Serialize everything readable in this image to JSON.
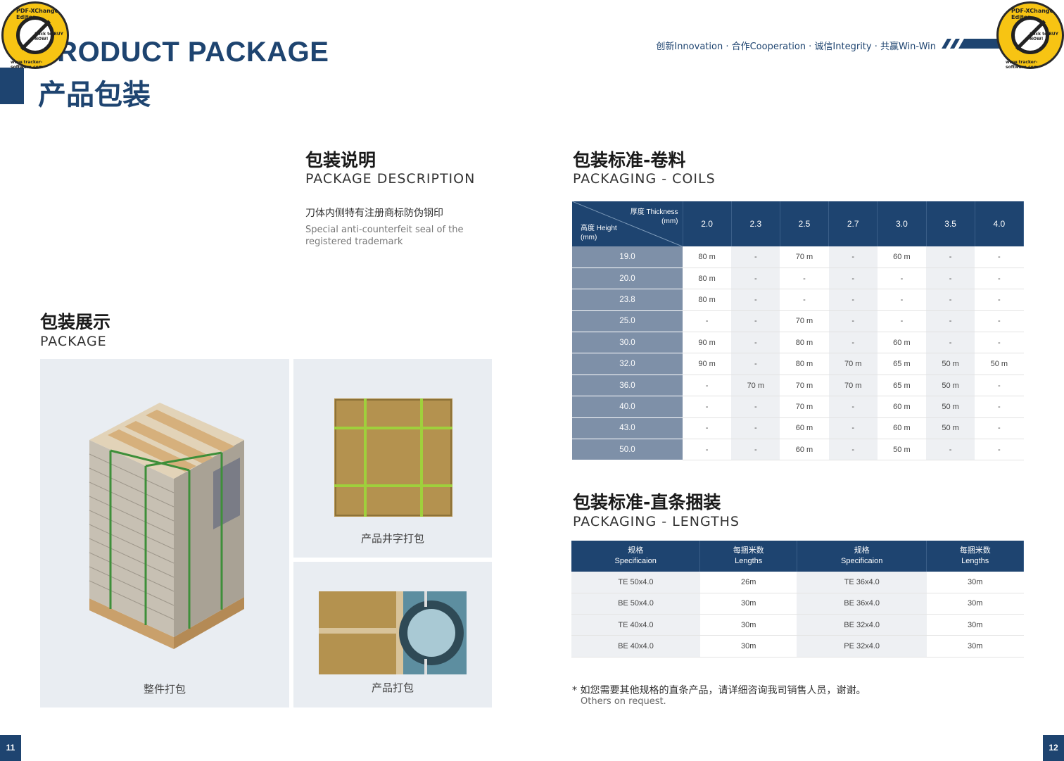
{
  "header": {
    "title_en": "PRODUCT PACKAGE",
    "title_cn": "产品包装",
    "slogan": "创新Innovation · 合作Cooperation · 诚信Integrity · 共赢Win-Win"
  },
  "badge": {
    "line1": "PDF-XChange Editor",
    "line2": "Click to BUY NOW!",
    "line3": "www.tracker-software.com"
  },
  "description": {
    "title_cn": "包装说明",
    "title_en": "PACKAGE DESCRIPTION",
    "text_cn": "刀体内侧特有注册商标防伪钢印",
    "text_en": "Special anti-counterfeit seal of the registered trademark"
  },
  "display": {
    "title_cn": "包装展示",
    "title_en": "PACKAGE",
    "captions": [
      "整件打包",
      "产品井字打包",
      "产品打包"
    ]
  },
  "coils": {
    "title_cn": "包装标准-卷料",
    "title_en": "PACKAGING - COILS",
    "corner_top": [
      "厚度 Thickness",
      "(mm)"
    ],
    "corner_bottom": [
      "高度 Height",
      "(mm)"
    ],
    "thickness": [
      "2.0",
      "2.3",
      "2.5",
      "2.7",
      "3.0",
      "3.5",
      "4.0"
    ],
    "rows": [
      {
        "height": "19.0",
        "values": [
          "80 m",
          "-",
          "70 m",
          "-",
          "60 m",
          "-",
          "-"
        ]
      },
      {
        "height": "20.0",
        "values": [
          "80 m",
          "-",
          "-",
          "-",
          "-",
          "-",
          "-"
        ]
      },
      {
        "height": "23.8",
        "values": [
          "80 m",
          "-",
          "-",
          "-",
          "-",
          "-",
          "-"
        ]
      },
      {
        "height": "25.0",
        "values": [
          "-",
          "-",
          "70 m",
          "-",
          "-",
          "-",
          "-"
        ]
      },
      {
        "height": "30.0",
        "values": [
          "90 m",
          "-",
          "80 m",
          "-",
          "60 m",
          "-",
          "-"
        ]
      },
      {
        "height": "32.0",
        "values": [
          "90 m",
          "-",
          "80 m",
          "70 m",
          "65 m",
          "50 m",
          "50 m"
        ]
      },
      {
        "height": "36.0",
        "values": [
          "-",
          "70 m",
          "70 m",
          "70 m",
          "65 m",
          "50 m",
          "-"
        ]
      },
      {
        "height": "40.0",
        "values": [
          "-",
          "-",
          "70 m",
          "-",
          "60 m",
          "50 m",
          "-"
        ]
      },
      {
        "height": "43.0",
        "values": [
          "-",
          "-",
          "60 m",
          "-",
          "60 m",
          "50 m",
          "-"
        ]
      },
      {
        "height": "50.0",
        "values": [
          "-",
          "-",
          "60 m",
          "-",
          "50 m",
          "-",
          "-"
        ]
      }
    ]
  },
  "lengths": {
    "title_cn": "包装标准-直条捆装",
    "title_en": "PACKAGING - LENGTHS",
    "headers": [
      {
        "cn": "规格",
        "en": "Specificaion"
      },
      {
        "cn": "每捆米数",
        "en": "Lengths"
      },
      {
        "cn": "规格",
        "en": "Specificaion"
      },
      {
        "cn": "每捆米数",
        "en": "Lengths"
      }
    ],
    "rows": [
      [
        "TE  50x4.0",
        "26m",
        "TE  36x4.0",
        "30m"
      ],
      [
        "BE  50x4.0",
        "30m",
        "BE  36x4.0",
        "30m"
      ],
      [
        "TE  40x4.0",
        "30m",
        "BE  32x4.0",
        "30m"
      ],
      [
        "BE  40x4.0",
        "30m",
        "PE  32x4.0",
        "30m"
      ]
    ]
  },
  "note": {
    "cn": "* 如您需要其他规格的直条产品，请详细咨询我司销售人员，谢谢。",
    "en": "Others on request."
  },
  "pages": {
    "left": "11",
    "right": "12"
  },
  "colors": {
    "primary": "#1e4470",
    "row_header": "#7e90a8",
    "panel": "#e9edf2",
    "cardboard": "#b89a55",
    "strap": "#8bbf2e"
  }
}
